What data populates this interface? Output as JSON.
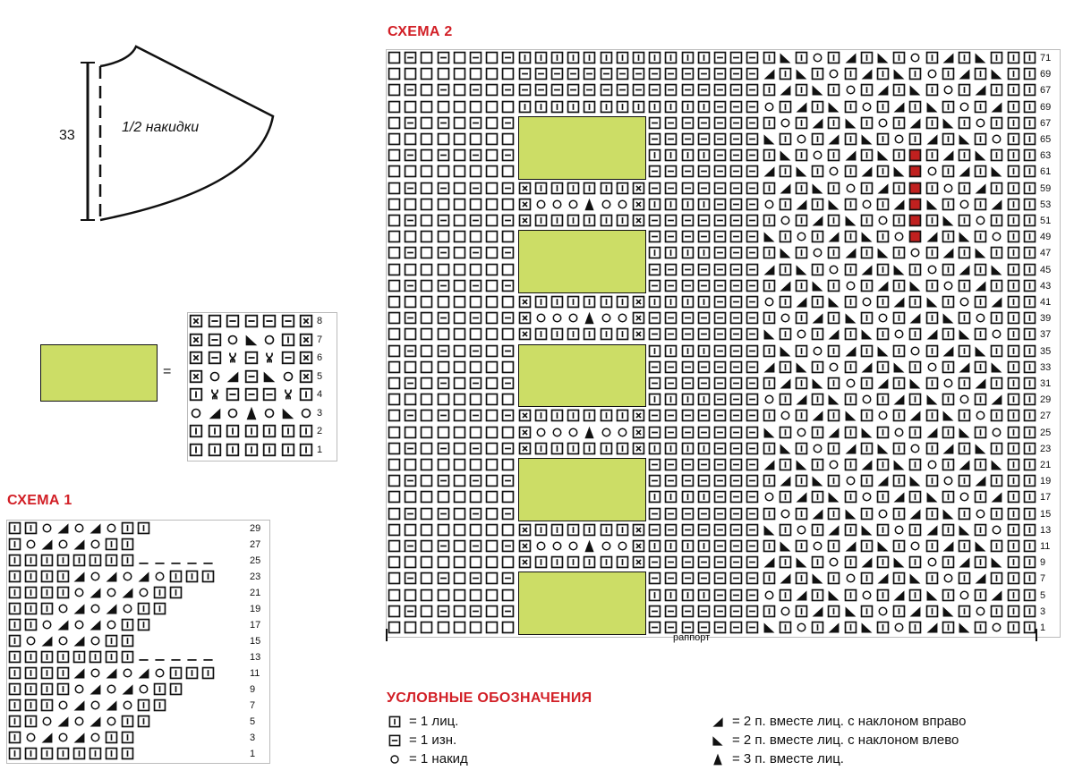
{
  "pattern": {
    "label": "1/2 накидки",
    "dimension": "33"
  },
  "motif": {
    "equals": "=",
    "rows": [
      {
        "num": "8",
        "cells": [
          "x",
          "p",
          "p",
          "p",
          "p",
          "p",
          "x"
        ]
      },
      {
        "num": "7",
        "cells": [
          "x",
          "p",
          "o",
          "l",
          "o",
          "k",
          "x"
        ]
      },
      {
        "num": "6",
        "cells": [
          "x",
          "p",
          "t",
          "p",
          "t",
          "p",
          "x"
        ]
      },
      {
        "num": "5",
        "cells": [
          "x",
          "o",
          "r",
          "p",
          "l",
          "o",
          "x"
        ]
      },
      {
        "num": "4",
        "cells": [
          "k",
          "t",
          "p",
          "p",
          "p",
          "t",
          "k"
        ]
      },
      {
        "num": "3",
        "cells": [
          "o",
          "r",
          "o",
          "a",
          "o",
          "l",
          "o"
        ]
      },
      {
        "num": "2",
        "cells": [
          "k",
          "k",
          "k",
          "k",
          "k",
          "k",
          "k"
        ]
      },
      {
        "num": "1",
        "cells": [
          "k",
          "k",
          "k",
          "k",
          "k",
          "k",
          "k"
        ]
      }
    ]
  },
  "scheme1": {
    "title": "СХЕМА 1",
    "rows": [
      {
        "num": "29",
        "cells": [
          "k",
          "k",
          "o",
          "r",
          "o",
          "r",
          "o",
          "k",
          "k",
          "",
          "",
          "",
          ""
        ]
      },
      {
        "num": "27",
        "cells": [
          "k",
          "o",
          "r",
          "o",
          "r",
          "o",
          "k",
          "k",
          "",
          "",
          "",
          "",
          ""
        ]
      },
      {
        "num": "25",
        "cells": [
          "k",
          "k",
          "k",
          "k",
          "k",
          "k",
          "k",
          "k",
          "d",
          "d",
          "d",
          "d",
          "d"
        ]
      },
      {
        "num": "23",
        "cells": [
          "k",
          "k",
          "k",
          "k",
          "r",
          "o",
          "r",
          "o",
          "r",
          "o",
          "k",
          "k",
          "k"
        ]
      },
      {
        "num": "21",
        "cells": [
          "k",
          "k",
          "k",
          "k",
          "o",
          "r",
          "o",
          "r",
          "o",
          "k",
          "k",
          "",
          ""
        ]
      },
      {
        "num": "19",
        "cells": [
          "k",
          "k",
          "k",
          "o",
          "r",
          "o",
          "r",
          "o",
          "k",
          "k",
          "",
          "",
          ""
        ]
      },
      {
        "num": "17",
        "cells": [
          "k",
          "k",
          "o",
          "r",
          "o",
          "r",
          "o",
          "k",
          "k",
          "",
          "",
          "",
          ""
        ]
      },
      {
        "num": "15",
        "cells": [
          "k",
          "o",
          "r",
          "o",
          "r",
          "o",
          "k",
          "k",
          "",
          "",
          "",
          "",
          ""
        ]
      },
      {
        "num": "13",
        "cells": [
          "k",
          "k",
          "k",
          "k",
          "k",
          "k",
          "k",
          "k",
          "d",
          "d",
          "d",
          "d",
          "d"
        ]
      },
      {
        "num": "11",
        "cells": [
          "k",
          "k",
          "k",
          "k",
          "r",
          "o",
          "r",
          "o",
          "r",
          "o",
          "k",
          "k",
          "k"
        ]
      },
      {
        "num": "9",
        "cells": [
          "k",
          "k",
          "k",
          "k",
          "o",
          "r",
          "o",
          "r",
          "o",
          "k",
          "k",
          "",
          ""
        ]
      },
      {
        "num": "7",
        "cells": [
          "k",
          "k",
          "k",
          "o",
          "r",
          "o",
          "r",
          "o",
          "k",
          "k",
          "",
          "",
          ""
        ]
      },
      {
        "num": "5",
        "cells": [
          "k",
          "k",
          "o",
          "r",
          "o",
          "r",
          "o",
          "k",
          "k",
          "",
          "",
          "",
          ""
        ]
      },
      {
        "num": "3",
        "cells": [
          "k",
          "o",
          "r",
          "o",
          "r",
          "o",
          "k",
          "k",
          "",
          "",
          "",
          "",
          ""
        ]
      },
      {
        "num": "1",
        "cells": [
          "k",
          "k",
          "k",
          "k",
          "k",
          "k",
          "k",
          "k",
          "",
          "",
          "",
          "",
          ""
        ]
      }
    ]
  },
  "scheme2": {
    "title": "СХЕМА 2",
    "repeat_label": "раппорт",
    "row_numbers": [
      "71",
      "69",
      "67",
      "69",
      "67",
      "65",
      "63",
      "61",
      "59",
      "53",
      "51",
      "49",
      "47",
      "45",
      "43",
      "41",
      "39",
      "37",
      "35",
      "33",
      "31",
      "29",
      "27",
      "25",
      "23",
      "21",
      "19",
      "17",
      "15",
      "13",
      "11",
      "9",
      "7",
      "5",
      "3",
      "1"
    ]
  },
  "legend": {
    "title": "УСЛОВНЫЕ ОБОЗНАЧЕНИЯ",
    "items": [
      {
        "symbol": "k",
        "text": "= 1 лиц."
      },
      {
        "symbol": "p",
        "text": "= 1 изн."
      },
      {
        "symbol": "o",
        "text": "= 1 накид"
      },
      {
        "symbol": "r",
        "text": "= 2 п. вместе лиц. с наклоном вправо"
      },
      {
        "symbol": "l",
        "text": "= 2 п. вместе лиц. с наклоном влево"
      },
      {
        "symbol": "a",
        "text": "= 3 п. вместе лиц."
      }
    ]
  },
  "colors": {
    "accent_red": "#d21f26",
    "panel_green": "#ccdd66",
    "marker_red": "#c0201f"
  }
}
